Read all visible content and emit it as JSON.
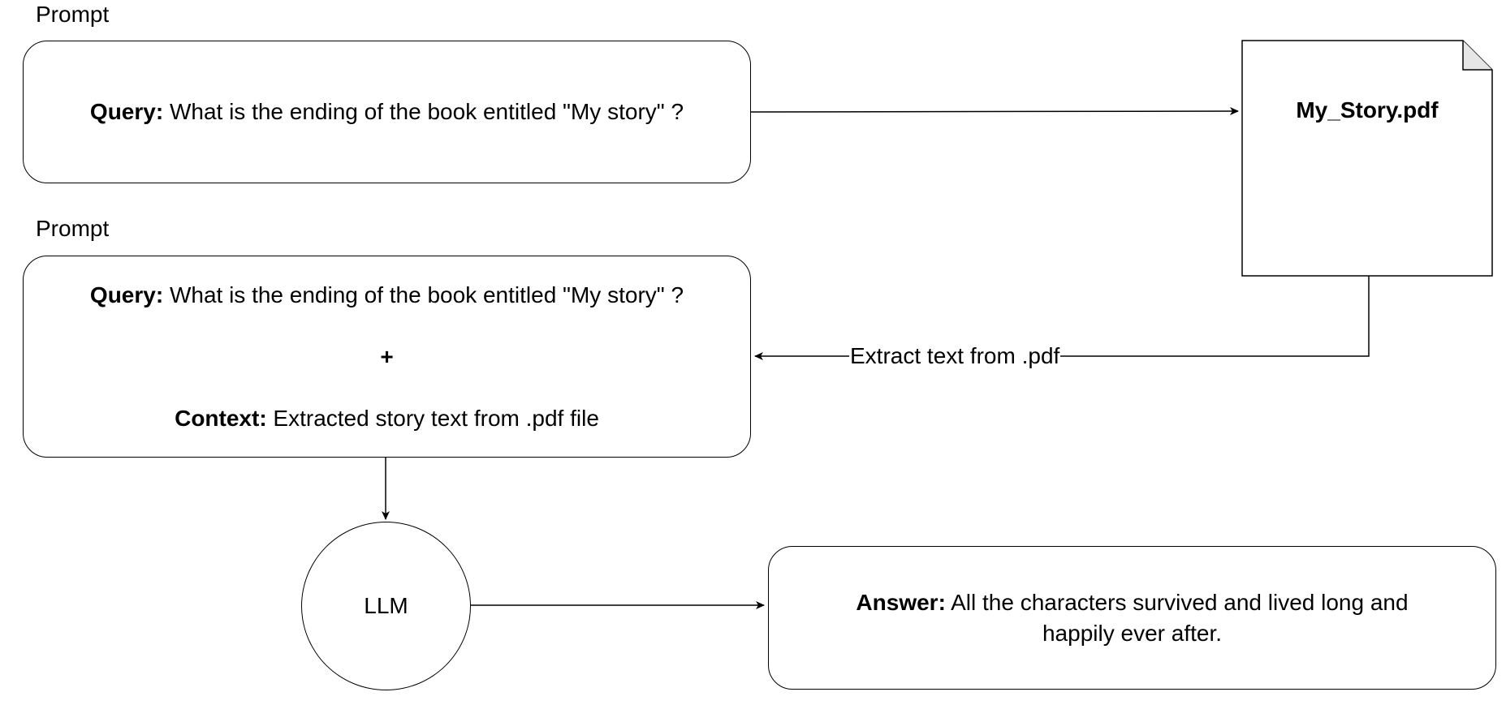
{
  "prompt_box_1": {
    "label": "Prompt",
    "query_label": "Query:",
    "query_text": " What is the ending of the book entitled \"My story\" ?"
  },
  "document": {
    "title": "My_Story.pdf"
  },
  "prompt_box_2": {
    "label": "Prompt",
    "query_label": "Query:",
    "query_text": " What is the ending of the book entitled \"My story\" ?",
    "plus": "+",
    "context_label": "Context:",
    "context_text": " Extracted story text from .pdf file"
  },
  "edge_extract": {
    "label": "Extract text from .pdf"
  },
  "llm": {
    "label": "LLM"
  },
  "answer_box": {
    "answer_label": "Answer:",
    "answer_line1": " All the characters survived and lived long and",
    "answer_line2": "happily ever after."
  }
}
